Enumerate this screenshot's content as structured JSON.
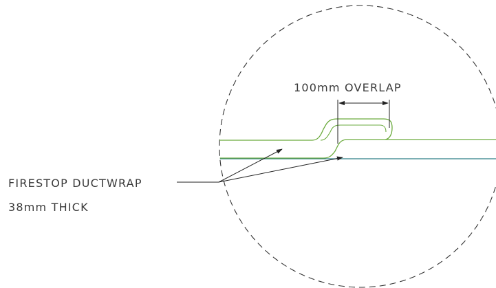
{
  "detail": {
    "overlap_label": "100mm OVERLAP",
    "callout_line1": "FIRESTOP DUCTWRAP",
    "callout_line2": "38mm THICK"
  },
  "colors": {
    "wrap_outline": "#6aaa3c",
    "duct_line": "#2f7f86",
    "linework": "#222222",
    "text": "#3a3a3a",
    "background": "#ffffff"
  }
}
